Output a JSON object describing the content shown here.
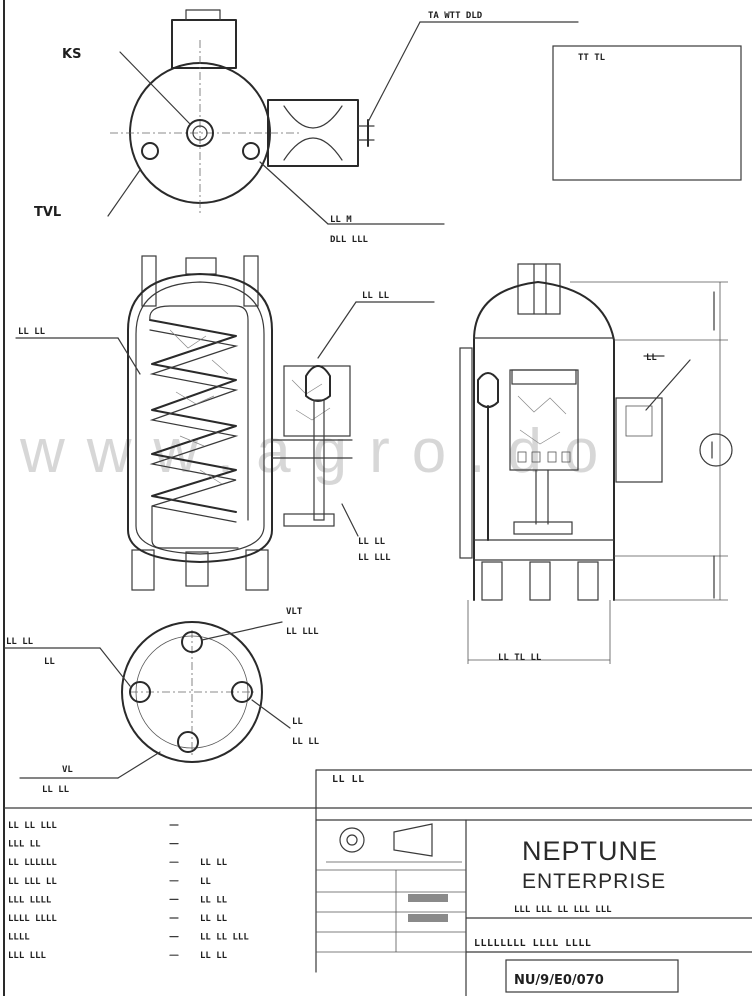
{
  "drawing": {
    "watermark": "www.agro.do",
    "top_view": {
      "nozzle_label": "KS",
      "top_right_label": "TA WTT DLD",
      "bottom_left_label": "TVL",
      "bottom_right_label_1": "LL M",
      "bottom_right_label_2": "DLL LLL"
    },
    "notes_box": {
      "title": "TT TL"
    },
    "vessel_section": {
      "coil_label": "LL LL",
      "heater_label": "LL LL",
      "element_label_1": "LL LL",
      "element_label_2": "LL LLL"
    },
    "side_view": {
      "bottom_dim": "LL TL LL",
      "right_label": "LL"
    },
    "bottom_view": {
      "top_label_1": "VLT",
      "top_label_2": "LL LLL",
      "left_label_1": "LL LL",
      "left_label_2": "LL",
      "right_label_1": "LL",
      "right_label_2": "LL LL",
      "bottom_label_1": "VL",
      "bottom_label_2": "LL LL"
    }
  },
  "title_block": {
    "company_line_1": "NEPTUNE",
    "company_line_2": "ENTERPRISE",
    "subtitle": "LLL LLL LL LLL LLL",
    "description": "LLLLLLLL LLLL LLLL",
    "drawing_number": "NU/9/E0/070",
    "revision_header": "LL LL",
    "notes": [
      {
        "left": "LL LL LLL",
        "mark": "",
        "right": ""
      },
      {
        "left": "LLL LL",
        "mark": "",
        "right": ""
      },
      {
        "left": "LL LLLLLL",
        "mark": "",
        "right": "LL LL"
      },
      {
        "left": "LL LLL LL",
        "mark": "",
        "right": "LL"
      },
      {
        "left": "LLL LLLL",
        "mark": "",
        "right": "LL LL"
      },
      {
        "left": "LLLL LLLL",
        "mark": "",
        "right": "LL LL"
      },
      {
        "left": "LLLL",
        "mark": "",
        "right": "LL LL LLL"
      },
      {
        "left": "LLL LLL",
        "mark": "",
        "right": "LL LL"
      }
    ]
  }
}
